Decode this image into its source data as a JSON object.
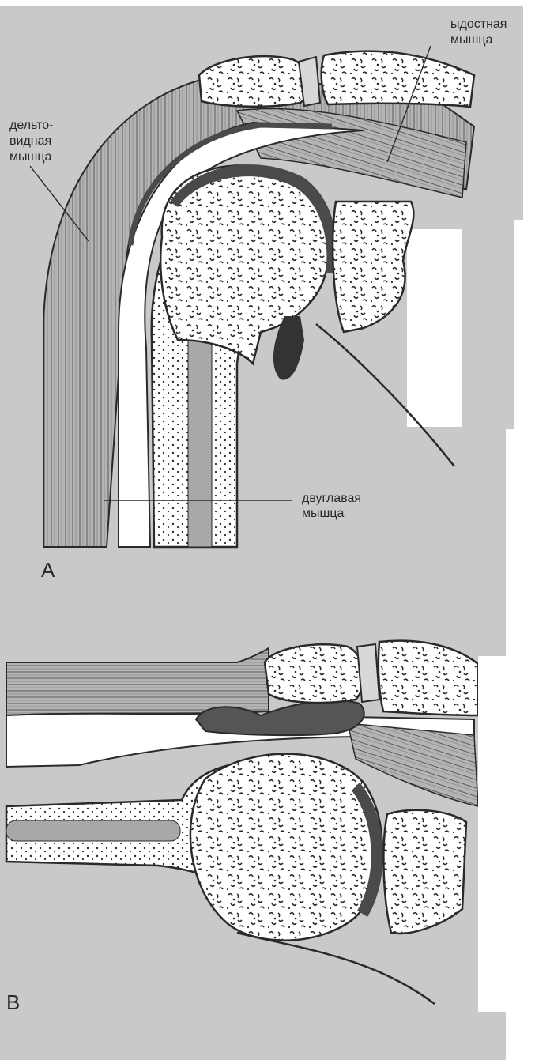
{
  "figure": {
    "panel_a": {
      "letter": "A",
      "labels": {
        "supraspinatus_line1": "ыдостная",
        "supraspinatus_line2": "мышца",
        "deltoid_line1": "дельто-",
        "deltoid_line2": "видная",
        "deltoid_line3": "мышца",
        "biceps_line1": "двуглавая",
        "biceps_line2": "мышца"
      }
    },
    "panel_b": {
      "letter": "B"
    }
  },
  "colors": {
    "paper": "#ffffff",
    "gray_background": "#c9c9c9",
    "ink": "#2a2a2a",
    "cartilage_dark": "#4a4a4a",
    "bursa_dark": "#555555",
    "bone_white": "#ffffff",
    "muscle_gray": "#b4b4b4"
  }
}
